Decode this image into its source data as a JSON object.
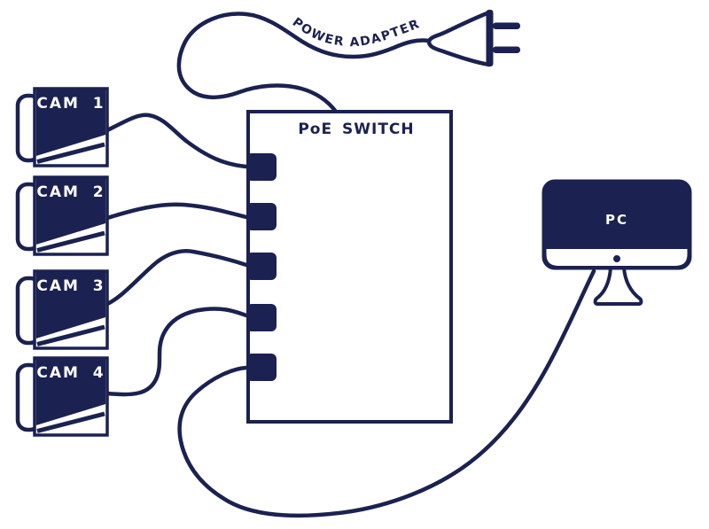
{
  "colors": {
    "ink": "#1b2150",
    "background": "#ffffff",
    "label_text": "#ffffff"
  },
  "power_adapter": {
    "label": "POWER ADAPTER"
  },
  "poe_switch": {
    "label": "PoE SWITCH",
    "port_count": 5
  },
  "cameras": [
    {
      "label": "CAM 1"
    },
    {
      "label": "CAM 2"
    },
    {
      "label": "CAM 3"
    },
    {
      "label": "CAM 4"
    }
  ],
  "pc": {
    "label": "PC"
  }
}
